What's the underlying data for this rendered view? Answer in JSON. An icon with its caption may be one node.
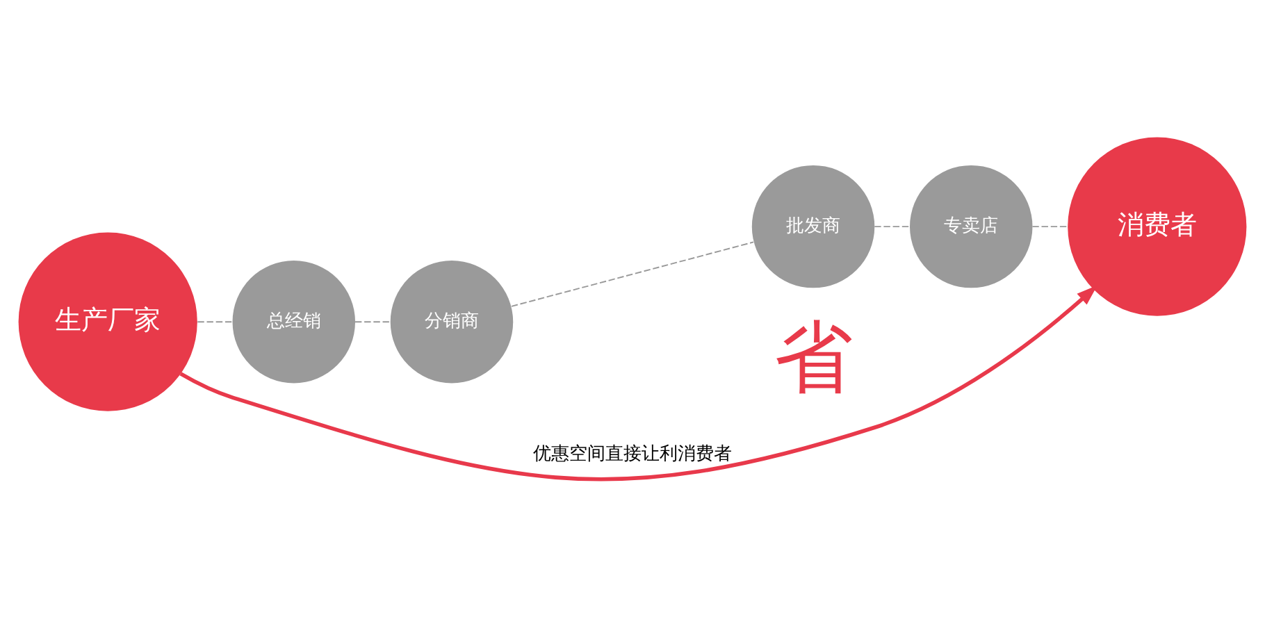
{
  "diagram": {
    "nodes": [
      {
        "text": [
          "生产厂家"
        ]
      },
      {
        "text": [
          "总经销"
        ]
      },
      {
        "text": [
          "分销商"
        ]
      },
      {
        "text": [
          "批发商"
        ]
      },
      {
        "text": [
          "专卖店"
        ]
      },
      {
        "text": [
          "消费者"
        ]
      }
    ],
    "edges": [
      {
        "from": 0,
        "to": 1,
        "arrow": "none",
        "style": "dashed"
      },
      {
        "from": 1,
        "to": 2,
        "arrow": "none",
        "style": "dashed"
      },
      {
        "from": 2,
        "to": 3,
        "arrow": "none",
        "style": "dashed"
      },
      {
        "from": 3,
        "to": 4,
        "arrow": "none",
        "style": "dashed"
      },
      {
        "from": 4,
        "to": 5,
        "arrow": "none",
        "style": "dashed"
      },
      {
        "from": 0,
        "to": 5,
        "arrow": "to",
        "label": "优惠空间直接让利消费者",
        "style": "thick",
        "color": "#e8394b"
      }
    ],
    "labels": [
      "省"
    ]
  }
}
